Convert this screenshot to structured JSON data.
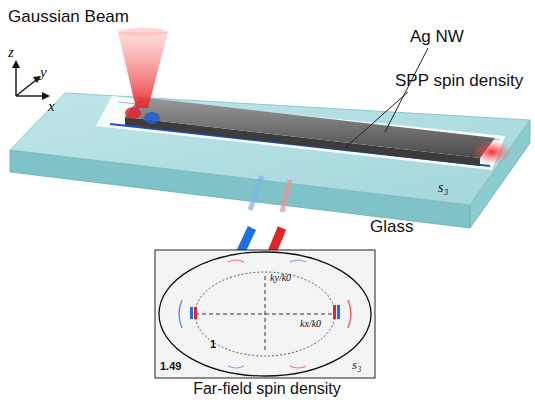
{
  "diagram": {
    "labels": [
      "Gaussian Beam",
      "z",
      "y",
      "x",
      "Ag NW",
      "SPP spin density",
      "s₃",
      "Glass",
      "ky/k0",
      "kx/k0",
      "1",
      "1.49",
      "s₃",
      "Far-field spin density"
    ]
  }
}
